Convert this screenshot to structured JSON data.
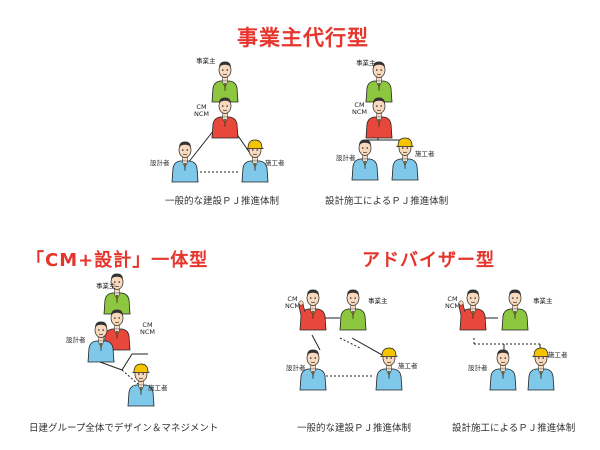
{
  "titles": {
    "main": "事業主代行型",
    "cm_design": "「CM+設計」一体型",
    "advisor": "アドバイザー型"
  },
  "captions": {
    "a1": "一般的な建設ＰＪ推進体制",
    "a2": "設計施工によるＰＪ推進体制",
    "b1": "日建グループ全体でデザイン＆マネジメント",
    "c1": "一般的な建設ＰＪ推進体制",
    "c2": "設計施工によるＰＪ推進体制"
  },
  "labels": {
    "owner": "事業主",
    "cm": "CM",
    "ncm": "NCM",
    "designer": "設計者",
    "builder": "施工者"
  },
  "colors": {
    "title_red": "#e5352c",
    "owner_green": "#8dc63f",
    "cm_red": "#e8483c",
    "designer_blue": "#7fc8ea",
    "builder_blue": "#7fc8ea",
    "helmet_yellow": "#f5c400"
  }
}
